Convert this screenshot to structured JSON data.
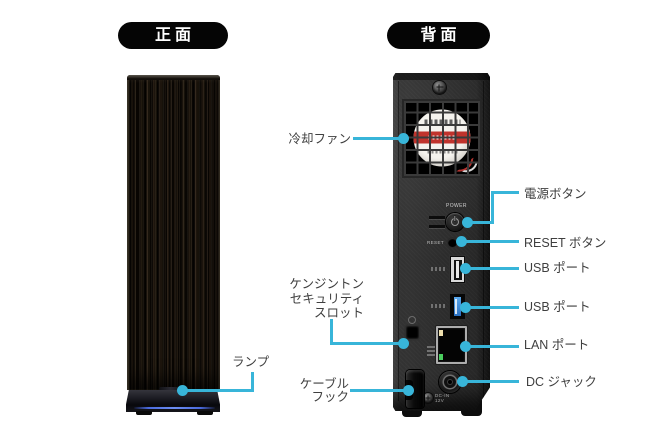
{
  "badges": {
    "front": "正面",
    "back": "背面"
  },
  "front_view": {
    "lamp_label": "ランプ"
  },
  "back_view": {
    "fan_label": "冷却ファン",
    "kensington_label_lines": [
      "ケンジントン",
      "セキュリティ",
      "スロット"
    ],
    "cable_hook_label_lines": [
      "ケーブル",
      "フック"
    ],
    "power_label": "電源ボタン",
    "reset_label": "RESET ボタン",
    "usb_top_label": "USB ポート",
    "usb_bottom_label": "USB ポート",
    "lan_label": "LAN ポート",
    "dc_label": "DC ジャック",
    "panel_print": {
      "power": "POWER",
      "reset": "RESET",
      "dc_in": "DC-IN 12V"
    }
  },
  "colors": {
    "callout_line": "#38b5d9",
    "label_text": "#3f3f3f",
    "badge_bg": "#050505",
    "badge_text": "#ffffff",
    "usb3_port_blue": "#2a6fc0",
    "base_glow_blue": "#4a6ade",
    "fan_stripe_red": "#c0332c"
  }
}
